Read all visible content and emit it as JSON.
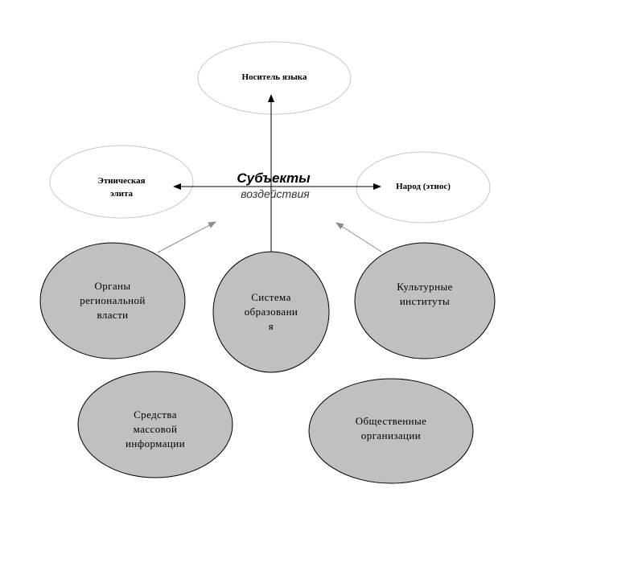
{
  "center": {
    "title": "Субъекты",
    "subtitle": "воздействия"
  },
  "targets": {
    "language_carrier": "Носитель языка",
    "ethnic_elite": "Этническая\nэлита",
    "people": "Народ (этнос)"
  },
  "subjects": {
    "regional_authorities": "Органы\nрегиональной\nвласти",
    "education_system": "Система\nобразовани\nя",
    "cultural_institutes": "Культурные\nинституты",
    "mass_media": "Средства\nмассовой\nинформации",
    "public_organizations": "Общественные\nорганизации"
  },
  "colors": {
    "target_fill": "#ffffff",
    "target_stroke": "#c8c8c8",
    "subject_fill": "#c0c0c0",
    "subject_stroke": "#000000",
    "arrow_black": "#000000",
    "arrow_grey": "#8c8c8c"
  }
}
